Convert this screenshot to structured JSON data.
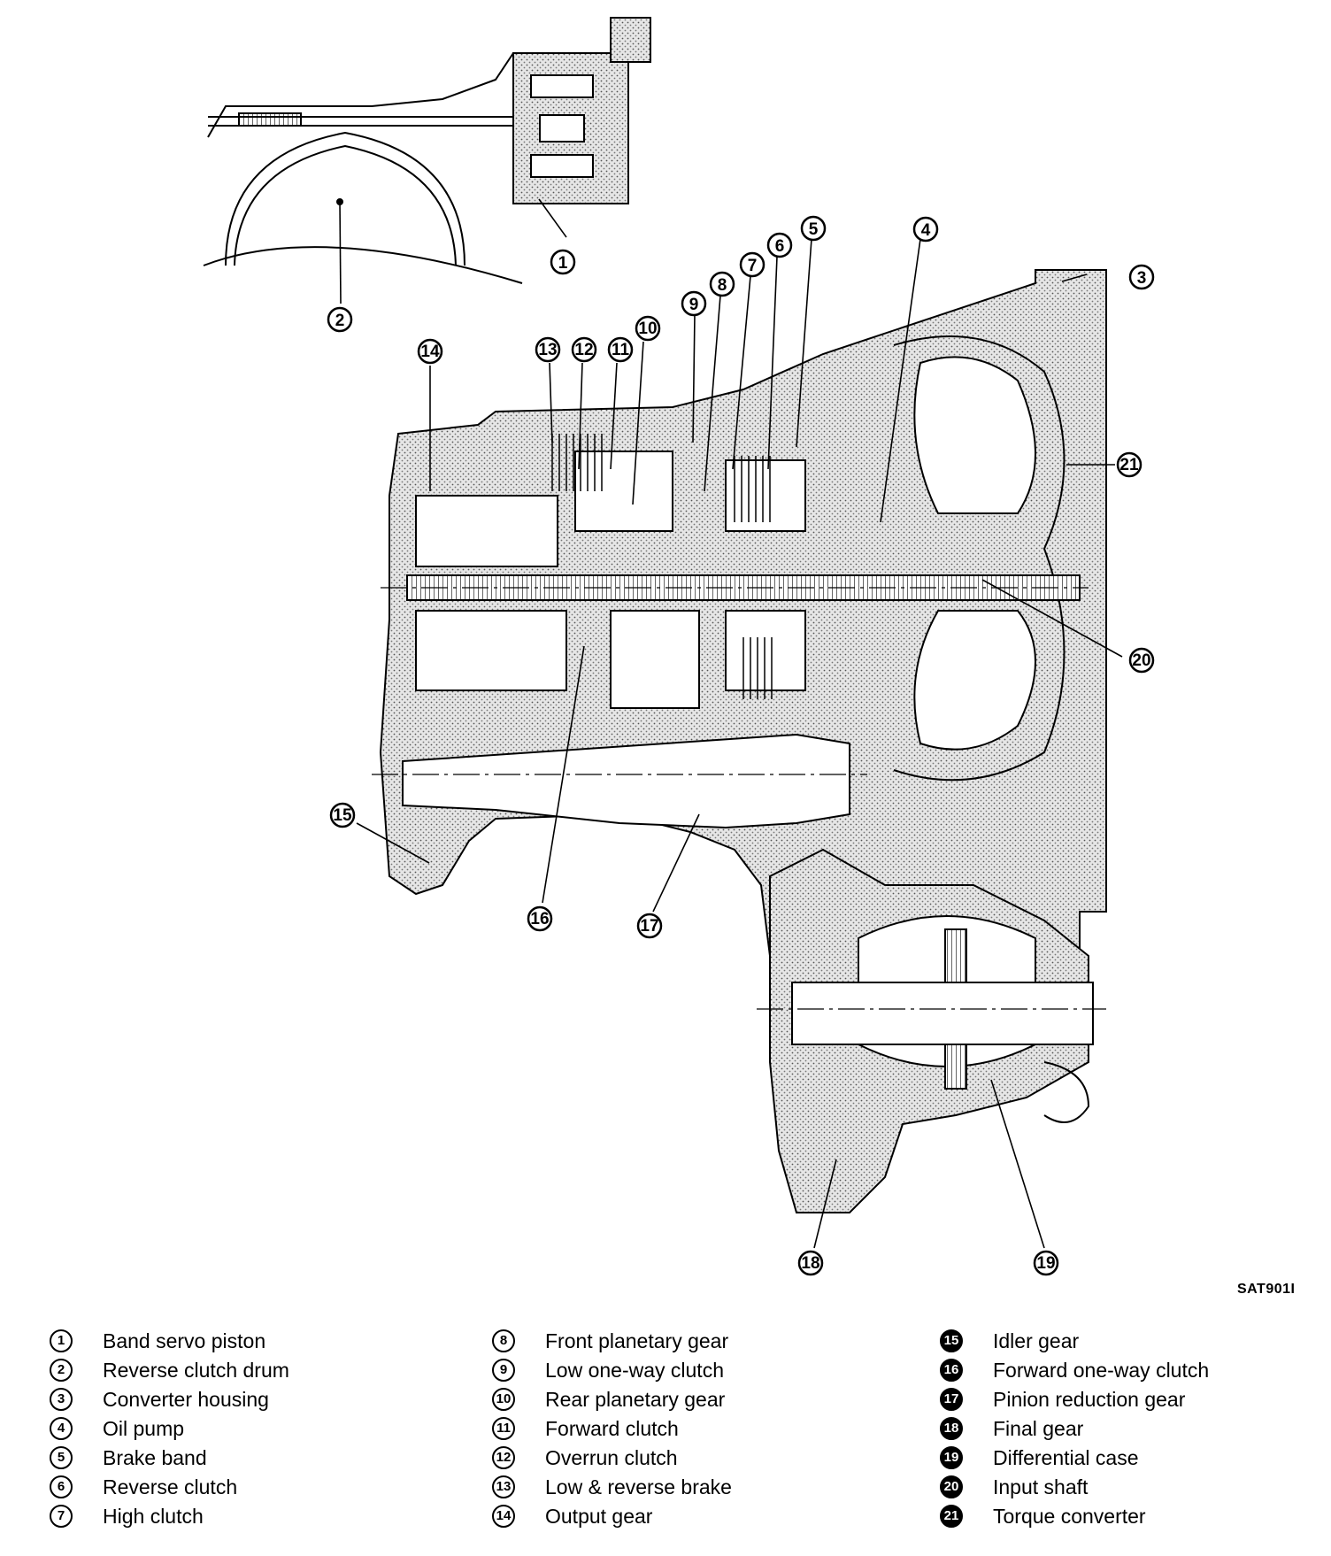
{
  "figure_code": "SAT901I",
  "callouts": [
    {
      "num": "1",
      "label": "Band servo piston"
    },
    {
      "num": "2",
      "label": "Reverse clutch drum"
    },
    {
      "num": "3",
      "label": "Converter housing"
    },
    {
      "num": "4",
      "label": "Oil pump"
    },
    {
      "num": "5",
      "label": "Brake band"
    },
    {
      "num": "6",
      "label": "Reverse clutch"
    },
    {
      "num": "7",
      "label": "High clutch"
    },
    {
      "num": "8",
      "label": "Front planetary gear"
    },
    {
      "num": "9",
      "label": "Low one-way clutch"
    },
    {
      "num": "10",
      "label": "Rear planetary gear"
    },
    {
      "num": "11",
      "label": "Forward clutch"
    },
    {
      "num": "12",
      "label": "Overrun clutch"
    },
    {
      "num": "13",
      "label": "Low & reverse brake"
    },
    {
      "num": "14",
      "label": "Output gear"
    },
    {
      "num": "15",
      "label": "Idler gear"
    },
    {
      "num": "16",
      "label": "Forward one-way clutch"
    },
    {
      "num": "17",
      "label": "Pinion reduction gear"
    },
    {
      "num": "18",
      "label": "Final gear"
    },
    {
      "num": "19",
      "label": "Differential case"
    },
    {
      "num": "20",
      "label": "Input shaft"
    },
    {
      "num": "21",
      "label": "Torque converter"
    }
  ]
}
